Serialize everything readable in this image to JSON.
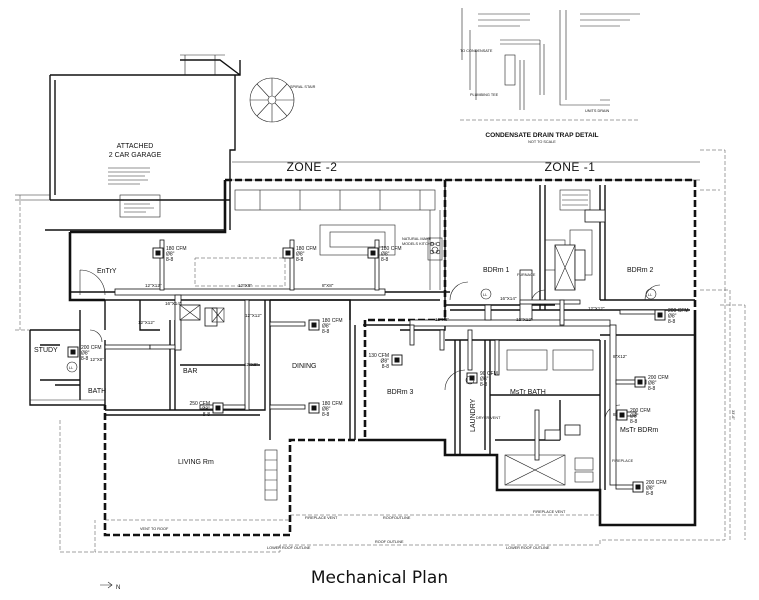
{
  "title": "Mechanical Plan",
  "north_label": "N",
  "zones": {
    "zone2": "ZONE -2",
    "zone1": "ZONE -1"
  },
  "rooms": {
    "garage_l1": "ATTACHED",
    "garage_l2": "2 CAR GARAGE",
    "entry": "EnTrY",
    "study": "STUDY",
    "bath": "BATH",
    "bar": "BAR",
    "dining": "DINING",
    "living": "LIVING Rm",
    "bdrm1": "BDRm 1",
    "bdrm2": "BDRm 2",
    "bdrm3": "BDRm 3",
    "laundry": "LAUNDRY",
    "mstr_bath": "MsTr BATH",
    "mstr_bdrm": "MsTr BDRm",
    "furnace": "FURNACE",
    "spiral": "SPIRAL STAIR"
  },
  "detail": {
    "title": "CONDENSATE DRAIN TRAP DETAIL",
    "subtitle": "NOT TO SCALE"
  },
  "notes": {
    "firepl_vent_1": "FIREPLACE VENT",
    "firepl_vent_2": "FIREPLACE VENT",
    "roofline_1": "ROOFOUTLINE",
    "roofline_2": "ROOF OUTLINE",
    "lower_roof_1": "LOWER ROOF OUTLINE",
    "lower_roof_2": "LOWER ROOF OUTLINE",
    "fireplace": "FIREPLACE",
    "dryer_vent": "DRYER VENT"
  },
  "duct_sizes": {
    "d1": "12\"X12\"",
    "d2": "12\"X8\"",
    "d3": "8\"X8\"",
    "d4": "16\"X14\"",
    "d5": "12\"X12\"",
    "d6": "12\"X12\"",
    "d7": "12\"X8\"",
    "d8": "12\"X8\"",
    "d9": "12\"X12\"",
    "d10": "8\"X12\"",
    "d11": "8\"X8\"",
    "d12": "16\"X14\""
  },
  "diffusers": [
    {
      "cfm": "180 CFM",
      "dia": "8\"",
      "ret": "8-8"
    },
    {
      "cfm": "180 CFM",
      "dia": "8\"",
      "ret": "8-8"
    },
    {
      "cfm": "180 CFM",
      "dia": "8\"",
      "ret": "8-8"
    },
    {
      "cfm": "200 CFM",
      "dia": "8\"",
      "ret": "8-8"
    },
    {
      "cfm": "180 CFM",
      "dia": "8\"",
      "ret": "8-8"
    },
    {
      "cfm": "250 CFM",
      "dia": "8\"",
      "ret": "8-8"
    },
    {
      "cfm": "180 CFM",
      "dia": "8\"",
      "ret": "8-8"
    },
    {
      "cfm": "130 CFM",
      "dia": "8\"",
      "ret": "8-8"
    },
    {
      "cfm": "90 CFM",
      "dia": "6\"",
      "ret": "8-8"
    },
    {
      "cfm": "200 CFM",
      "dia": "8\"",
      "ret": "8-8"
    },
    {
      "cfm": "200 CFM",
      "dia": "8\"",
      "ret": "8-8"
    },
    {
      "cfm": "200 CFM",
      "dia": "8\"",
      "ret": "8-8"
    },
    {
      "cfm": "200 CFM",
      "dia": "8\"",
      "ret": "8-8"
    }
  ]
}
